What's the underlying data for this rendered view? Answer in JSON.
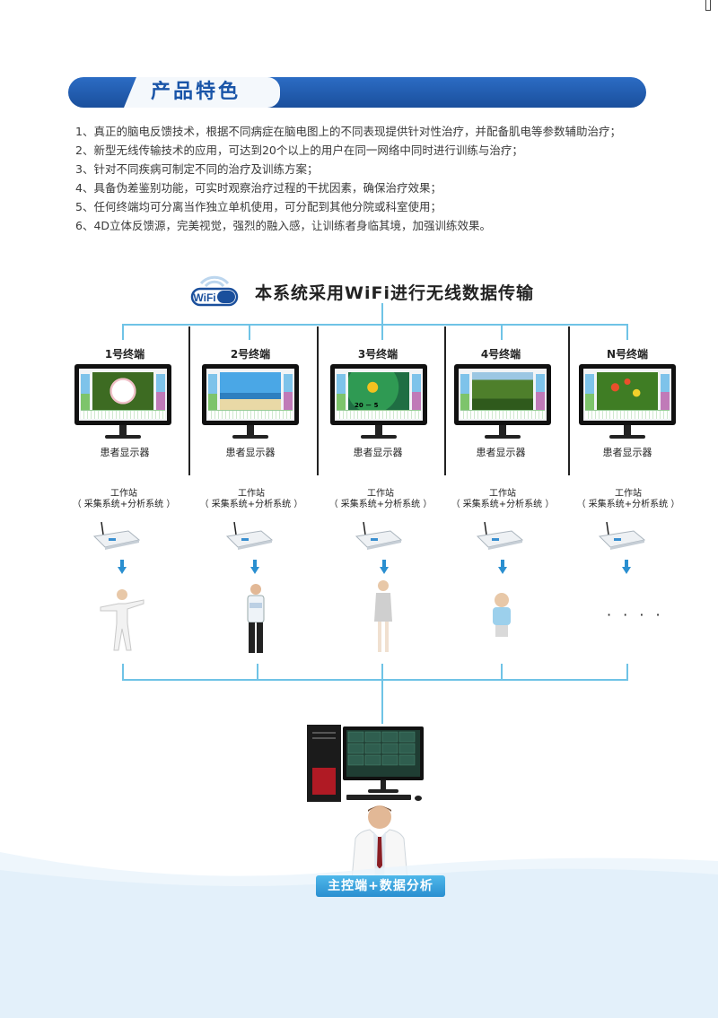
{
  "section": {
    "title": "产品特色"
  },
  "features": [
    "1、真正的脑电反馈技术，根据不同病症在脑电图上的不同表现提供针对性治疗，并配备肌电等参数辅助治疗；",
    "2、新型无线传输技术的应用，可达到20个以上的用户在同一网络中同时进行训练与治疗；",
    "3、针对不同疾病可制定不同的治疗及训练方案；",
    "4、具备伪差鉴别功能，可实时观察治疗过程的干扰因素，确保治疗效果；",
    "5、任何终端均可分离当作独立单机使用，可分配到其他分院或科室使用；",
    "6、4D立体反馈源，完美视觉，强烈的融入感，让训练者身临其境，加强训练效果。"
  ],
  "diagram": {
    "wifi_logo": "WiFi",
    "title": "本系统采用WiFi进行无线数据传输",
    "terminals": [
      {
        "label": "1号终端",
        "monitor": "患者显示器",
        "icon": "flower-screen-icon"
      },
      {
        "label": "2号终端",
        "monitor": "患者显示器",
        "icon": "beach-screen-icon"
      },
      {
        "label": "3号终端",
        "monitor": "患者显示器",
        "icon": "game-screen-icon"
      },
      {
        "label": "4号终端",
        "monitor": "患者显示器",
        "icon": "forest-screen-icon"
      },
      {
        "label": "N号终端",
        "monitor": "患者显示器",
        "icon": "garden-screen-icon"
      }
    ],
    "workstation": {
      "line1": "工作站",
      "line2": "（ 采集系统+分析系统 ）"
    },
    "screen_numbers": "20 － 5",
    "ellipsis": "· · · ·",
    "main_label": "主控端+数据分析"
  }
}
